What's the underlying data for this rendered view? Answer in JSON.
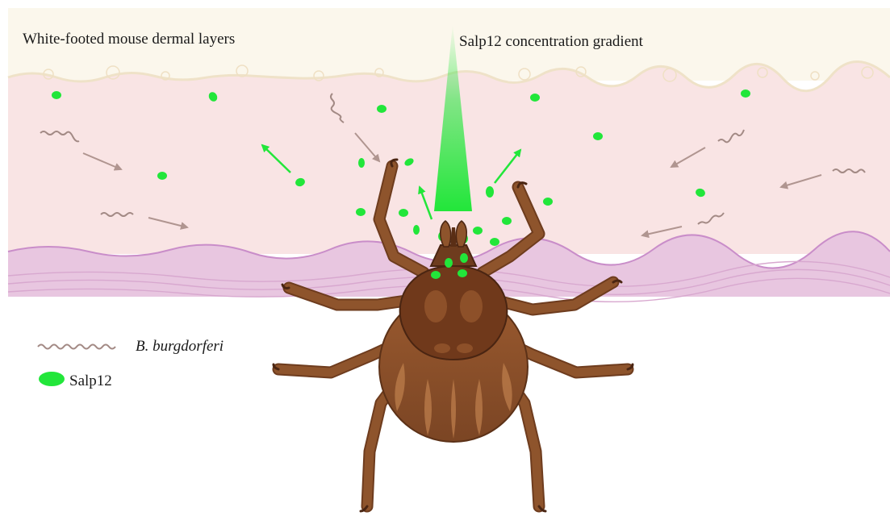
{
  "labels": {
    "skin_layers": "White-footed mouse dermal layers",
    "gradient": "Salp12 concentration gradient"
  },
  "legend": {
    "borrelia": "B. burgdorferi",
    "salp12": "Salp12"
  },
  "colors": {
    "epidermis": "#fbf7ec",
    "dermis": "#f9e4e4",
    "subcutis": "#e8c6e0",
    "salp12": "#22e63a",
    "spirochete": "#a38a85",
    "tick_body": "#8a4f2a",
    "tick_legs": "#7a4524"
  },
  "icons": [
    "spirochete-icon",
    "salp12-dot-icon",
    "tick-illustration"
  ]
}
